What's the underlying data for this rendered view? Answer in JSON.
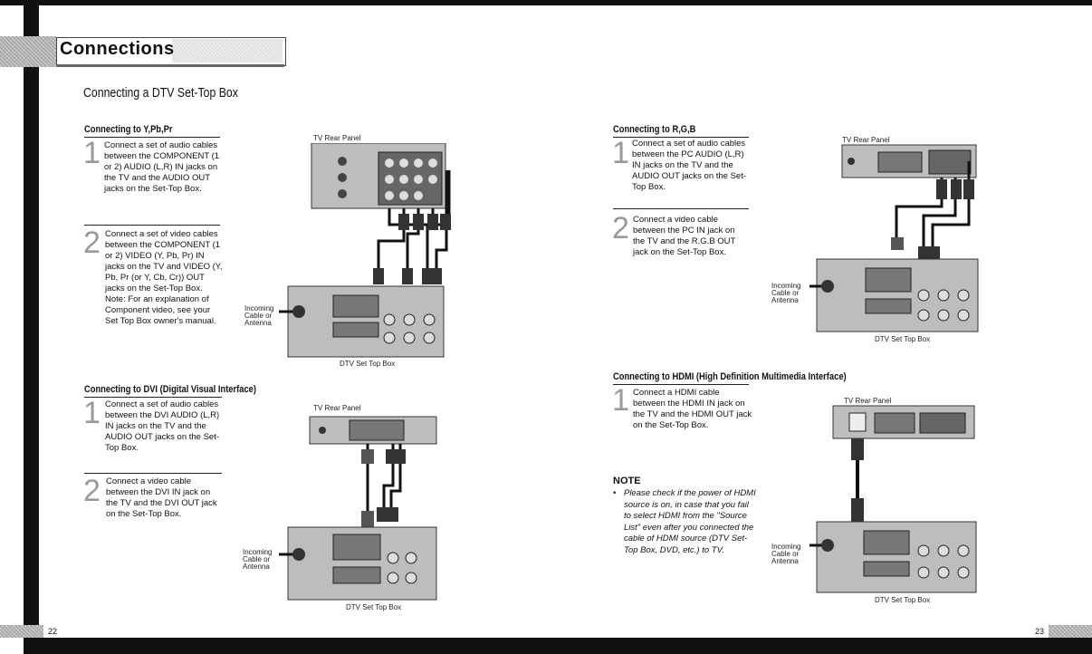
{
  "header": {
    "title": "Connections"
  },
  "page_title": "Connecting a DTV Set-Top Box",
  "left": {
    "ypbpr": {
      "heading": "Connecting to Y,Pb,Pr",
      "step1_num": "1",
      "step1": "Connect a set of audio cables between the COMPONENT (1 or 2) AUDIO (L,R) IN jacks on the TV and the AUDIO OUT jacks on the Set-Top Box.",
      "step2_num": "2",
      "step2": "Connect a set of video cables between the COMPONENT (1 or 2) VIDEO (Y, Pb, Pr) IN jacks on the TV and VIDEO (Y, Pb, Pr (or Y, Cb, Cr)) OUT jacks on the Set-Top Box. Note: For an explanation of Component video, see your Set Top Box owner's manual.",
      "tv_label": "TV Rear Panel",
      "box_label": "DTV Set Top Box",
      "ant_label": [
        "Incoming",
        "Cable or",
        "Antenna"
      ]
    },
    "dvi": {
      "heading": "Connecting to DVI (Digital Visual Interface)",
      "step1_num": "1",
      "step1": "Connect a set of audio cables between the DVI AUDIO (L,R) IN jacks on the TV and the AUDIO OUT jacks on the Set-Top Box.",
      "step2_num": "2",
      "step2": "Connect a video cable between the DVI IN jack on the TV and the DVI OUT jack on the Set-Top Box.",
      "tv_label": "TV Rear Panel",
      "box_label": "DTV Set Top Box",
      "ant_label": [
        "Incoming",
        "Cable or",
        "Antenna"
      ]
    },
    "page_number": "22"
  },
  "right": {
    "rgb": {
      "heading": "Connecting to R,G,B",
      "step1_num": "1",
      "step1": "Connect a set of audio cables between the PC AUDIO (L,R) IN jacks on the TV and the AUDIO OUT jacks on the Set-Top Box.",
      "step2_num": "2",
      "step2": "Connect a video cable between the PC IN jack on the TV and the R.G.B OUT jack on the Set-Top Box.",
      "tv_label": "TV Rear Panel",
      "box_label": "DTV Set Top Box",
      "ant_label": [
        "Incoming",
        "Cable or",
        "Antenna"
      ]
    },
    "hdmi": {
      "heading": "Connecting to HDMI (High Definition Multimedia Interface)",
      "step1_num": "1",
      "step1": "Connect a HDMI cable between the HDMI IN jack on the TV and the HDMI OUT jack on the Set-Top Box.",
      "tv_label": "TV Rear Panel",
      "box_label": "DTV Set Top Box",
      "ant_label": [
        "Incoming",
        "Cable or",
        "Antenna"
      ]
    },
    "note": {
      "heading": "NOTE",
      "bullet": "•",
      "text": "Please check if the power of HDMI source is on, in case that you fail to select HDMI from the \"Source List\" even after you connected the cable of HDMI source (DTV Set-Top Box, DVD, etc.) to TV."
    },
    "page_number": "23"
  },
  "colors": {
    "bar": "#111111",
    "panel": "#b8b8b8",
    "jack": "#555555"
  }
}
